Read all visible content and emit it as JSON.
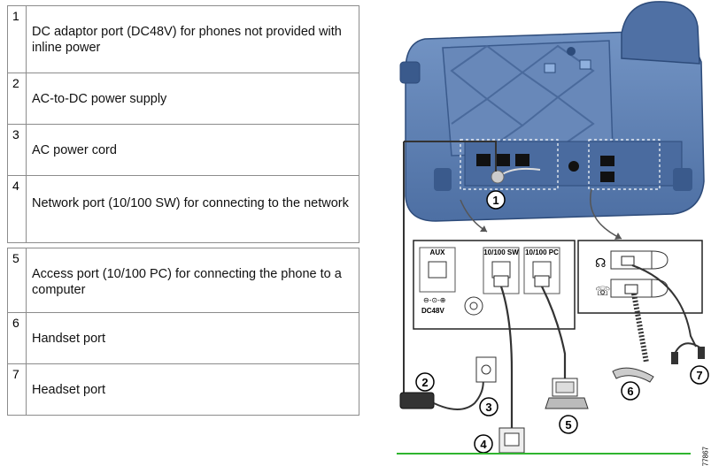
{
  "legend": [
    {
      "num": "1",
      "text": "DC adaptor port (DC48V) for phones not provided with inline power"
    },
    {
      "num": "2",
      "text": "AC-to-DC power supply"
    },
    {
      "num": "3",
      "text": "AC power cord"
    },
    {
      "num": "4",
      "text": "Network port (10/100 SW) for connecting to the network"
    },
    {
      "num": "5",
      "text": "Access port (10/100 PC) for connecting the phone to a computer"
    },
    {
      "num": "6",
      "text": "Handset port"
    },
    {
      "num": "7",
      "text": "Headset port"
    }
  ],
  "diagram": {
    "port_labels": {
      "aux": "AUX",
      "sw": "10/100 SW",
      "pc": "10/100 PC",
      "dc": "DC48V"
    },
    "callouts": [
      "1",
      "2",
      "3",
      "4",
      "5",
      "6",
      "7"
    ],
    "figure_id": "77867"
  },
  "colors": {
    "phone_body": "#5f82b4",
    "phone_dark": "#3f5f92",
    "cable": "#333333",
    "ground_line": "#2fb52f"
  }
}
